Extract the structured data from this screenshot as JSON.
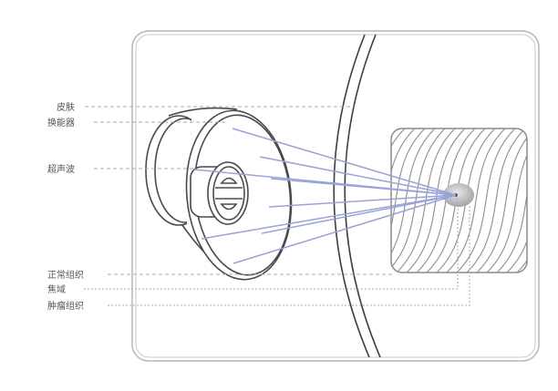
{
  "title": "Ultrasound focusing diagram",
  "labels": {
    "skin": "皮肤",
    "transducer": "换能器",
    "ultrasound": "超声波",
    "normal_tissue": "正常组织",
    "focal_zone": "焦域",
    "tumor_tissue": "肿瘤组织"
  },
  "colors": {
    "frame": "#b5b5b5",
    "outline": "#4a4a4a",
    "beam": "#9aa3d8",
    "leader": "#aaaaaa",
    "tissue": "#8c8c8c"
  }
}
